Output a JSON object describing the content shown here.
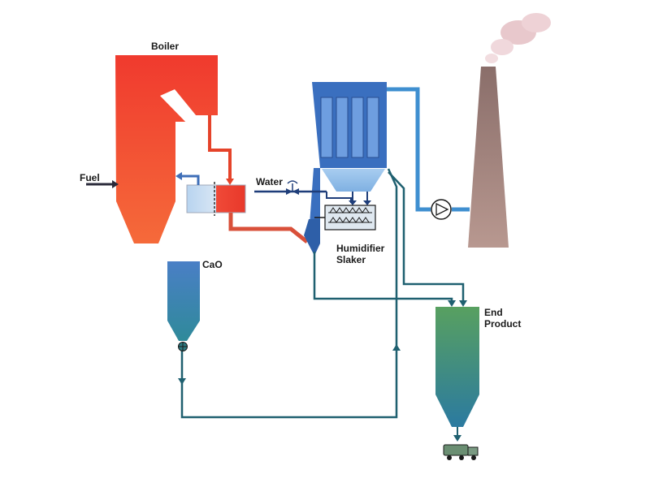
{
  "labels": {
    "boiler": "Boiler",
    "fuel": "Fuel",
    "water": "Water",
    "humidifier": "Humidifier",
    "slaker": "Slaker",
    "cao": "CaO",
    "end_product_line1": "End",
    "end_product_line2": "Product"
  },
  "colors": {
    "boiler_top": "#f03a2e",
    "boiler_bottom": "#f56a3a",
    "filter_body": "#3a6fbf",
    "filter_bag": "#6e9ee0",
    "hopper": "#9cc6ee",
    "pipe_blue": "#3f8fd0",
    "pipe_teal": "#1f6070",
    "pipe_red": "#e5432a",
    "silo_cao_top": "#4a7fc6",
    "silo_cao_bottom": "#2f8a9a",
    "silo_end_top": "#58a060",
    "silo_end_bottom": "#2b7aa0",
    "stack_top": "#8a6e6a",
    "stack_bottom": "#b89890",
    "smoke": "#e8c8cc"
  },
  "icons": [
    "fan-icon",
    "valve-icon",
    "rotary-feeder-icon",
    "truck-icon",
    "flow-arrow-icon"
  ]
}
